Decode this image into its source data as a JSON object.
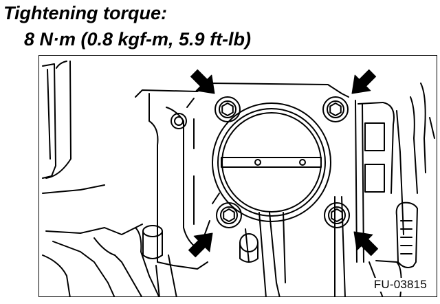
{
  "heading": {
    "label": "Tightening torque:",
    "value": "8 N·m (0.8 kgf-m, 5.9 ft-lb)"
  },
  "figure": {
    "id": "FU-03815",
    "arrow_count": 4,
    "bolt_count": 4
  }
}
